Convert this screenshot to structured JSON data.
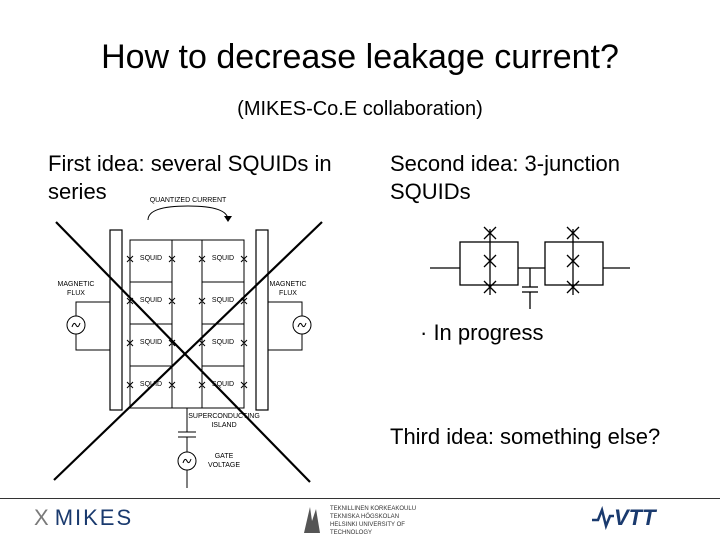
{
  "slide": {
    "title": "How to decrease leakage current?",
    "subtitle": "(MIKES-Co.E collaboration)"
  },
  "left": {
    "idea_line1": "First idea: several SQUIDs in",
    "idea_line2": "series",
    "diagram": {
      "quantized_current": "QUANTIZED CURRENT",
      "magnetic_left": [
        "MAGNETIC",
        "FLUX"
      ],
      "magnetic_right": [
        "MAGNETIC",
        "FLUX"
      ],
      "squid_label": "SQUID",
      "island": [
        "SUPERCONDUCTING",
        "ISLAND"
      ],
      "gate": [
        "GATE",
        "VOLTAGE"
      ]
    }
  },
  "right": {
    "idea_line1": "Second idea: 3-junction",
    "idea_line2": "SQUIDs",
    "progress": "· In progress",
    "third_idea": "Third idea: something else?"
  },
  "footer": {
    "mikes_mark": "X",
    "mikes_name": "MIKES",
    "tkk_lines": [
      "TEKNILLINEN KORKEAKOULU",
      "TEKNISKA HÖGSKOLAN",
      "HELSINKI UNIVERSITY OF TECHNOLOGY"
    ],
    "vtt_name": "VTT"
  },
  "colors": {
    "logo_blue": "#1a3a6e",
    "ink": "#000000"
  }
}
